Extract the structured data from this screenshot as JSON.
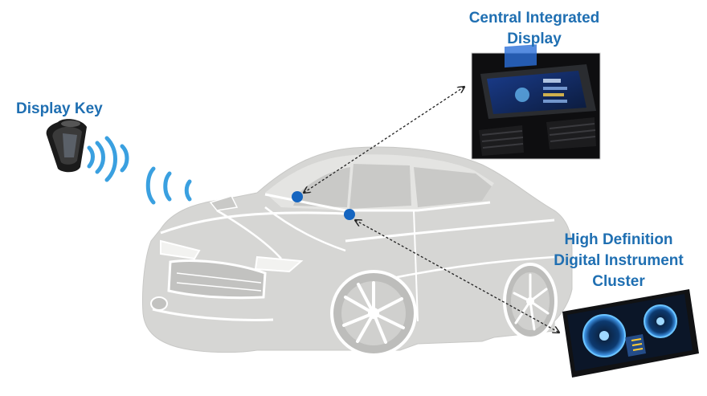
{
  "labels": {
    "display_key": "Display Key",
    "central_display": [
      "Central Integrated",
      "Display"
    ],
    "instrument_cluster": [
      "High Definition",
      "Digital Instrument",
      "Cluster"
    ]
  },
  "colors": {
    "label_blue": "#1f6fb2",
    "car_gray": "#d6d6d4",
    "car_outline": "#ffffff",
    "dot_blue": "#1565c0",
    "signal_blue": "#3aa0e0"
  },
  "icons": {
    "key_fob": "display-key-fob",
    "signal_waves": "wireless-signal-waves",
    "central_screen": "central-display-photo",
    "cluster_screen": "instrument-cluster-photo"
  }
}
